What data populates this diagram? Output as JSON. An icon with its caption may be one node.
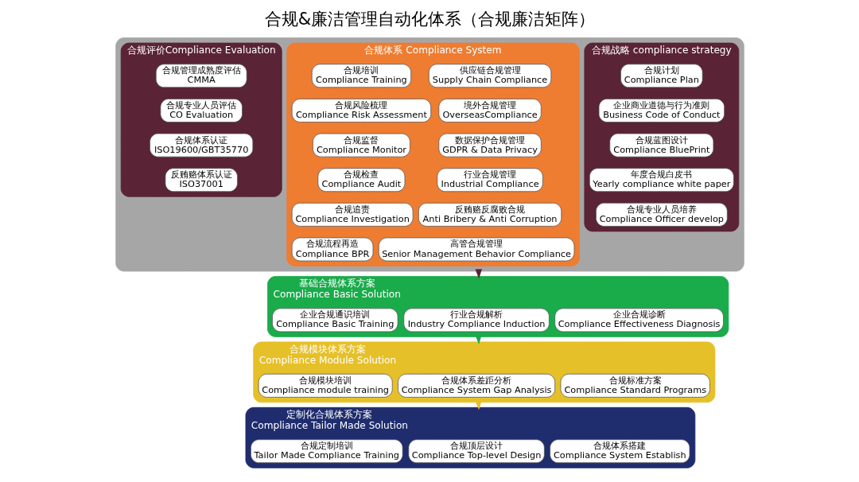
{
  "diagram": {
    "title": "合规&廉洁管理自动化体系（合规廉洁矩阵）",
    "nodes": [
      {
        "text": [],
        "shape": "box"
      },
      {
        "text": [
          "合规战略 compliance strategy"
        ],
        "in": 0
      },
      {
        "text": [
          "合规计划",
          "Compliance Plan"
        ],
        "in": 1
      },
      {
        "text": [
          "企业商业道德与行为准则",
          "Business Code of Conduct"
        ],
        "in": 1
      },
      {
        "text": [
          "合规蓝图设计",
          "Compliance BluePrint"
        ],
        "in": 1
      },
      {
        "text": [
          "年度合规白皮书",
          "Yearly compliance white paper"
        ],
        "in": 1
      },
      {
        "text": [
          "合规专业人员培养",
          "Compliance Officer develop"
        ],
        "in": 1
      },
      {
        "text": [
          "合规体系 Compliance System"
        ],
        "in": 0
      },
      {
        "text": [
          "合规培训",
          "Compliance Training"
        ],
        "in": 7
      },
      {
        "text": [
          "合规风险梳理",
          "Compliance Risk Assessment"
        ],
        "in": 7
      },
      {
        "text": [
          "合规监督",
          "Compliance Monitor"
        ],
        "in": 7
      },
      {
        "text": [
          "合规检查",
          "Compliance Audit"
        ],
        "in": 7
      },
      {
        "text": [
          "合规追责",
          "Compliance Investigation"
        ],
        "in": 7
      },
      {
        "text": [
          "合规流程再造",
          "Compliance BPR"
        ],
        "in": 7
      },
      {
        "text": [
          "供应链合规管理",
          "Supply Chain Compliance"
        ],
        "in": 7
      },
      {
        "text": [
          "境外合规管理",
          "OverseasCompliance"
        ],
        "in": 7
      },
      {
        "text": [
          "数据保护合规管理",
          "GDPR & Data Privacy"
        ],
        "in": 7
      },
      {
        "text": [
          "行业合规管理",
          "Industrial Compliance"
        ],
        "in": 7
      },
      {
        "text": [
          "反贿赂反腐败合规",
          "Anti Bribery & Anti Corruption"
        ],
        "in": 7
      },
      {
        "text": [
          "高管合规管理",
          "Senior Management Behavior Compliance"
        ],
        "in": 7
      },
      {
        "text": [
          "合规评价Compliance Evaluation"
        ],
        "in": 0
      },
      {
        "text": [
          "合规管理成熟度评估",
          "CMMA"
        ],
        "in": 20
      },
      {
        "text": [
          "合规专业人员评估",
          "CO Evaluation"
        ],
        "in": 20
      },
      {
        "text": [
          "合规体系认证",
          "ISO19600/GBT35770"
        ],
        "in": 20
      },
      {
        "text": [
          "反贿赂体系认证",
          "ISO37001"
        ],
        "in": 20
      },
      {
        "text": [
          "基础合规体系方案",
          "Compliance Basic Solution"
        ]
      },
      {
        "text": [
          "企业合规通识培训",
          "Compliance Basic Training"
        ],
        "in": 25
      },
      {
        "text": [
          "行业合规解析",
          "Industry Compliance Induction"
        ],
        "in": 25
      },
      {
        "text": [
          "企业合规诊断",
          "Compliance Effectiveness Diagnosis"
        ],
        "in": 25
      },
      {
        "text": [
          "合规模块体系方案",
          "Compliance Module Solution"
        ]
      },
      {
        "text": [
          "合规模块培训",
          "Compliance module training"
        ],
        "in": 29
      },
      {
        "text": [
          "合规体系差距分析",
          "Compliance System Gap Analysis"
        ],
        "in": 29
      },
      {
        "text": [
          "合规标准方案",
          "Compliance Standard Programs"
        ],
        "in": 29
      },
      {
        "text": [
          "定制化合规体系方案",
          "Compliance Tailor Made Solution"
        ]
      },
      {
        "text": [
          "合规定制培训",
          "Tailor Made Compliance Training"
        ],
        "in": 33
      },
      {
        "text": [
          "合规顶层设计",
          "Compliance Top-level Design"
        ],
        "in": 33
      },
      {
        "text": [
          "合规体系搭建",
          "Compliance System Establish"
        ],
        "in": 33
      }
    ],
    "edges": [
      {
        "from": 0,
        "to": 25,
        "arrow": "to",
        "color": "#5a2336"
      },
      {
        "from": 25,
        "to": 29,
        "arrow": "to",
        "color": "#1aab4b"
      },
      {
        "from": 29,
        "to": 33,
        "arrow": "to",
        "color": "#e6c029"
      }
    ]
  }
}
